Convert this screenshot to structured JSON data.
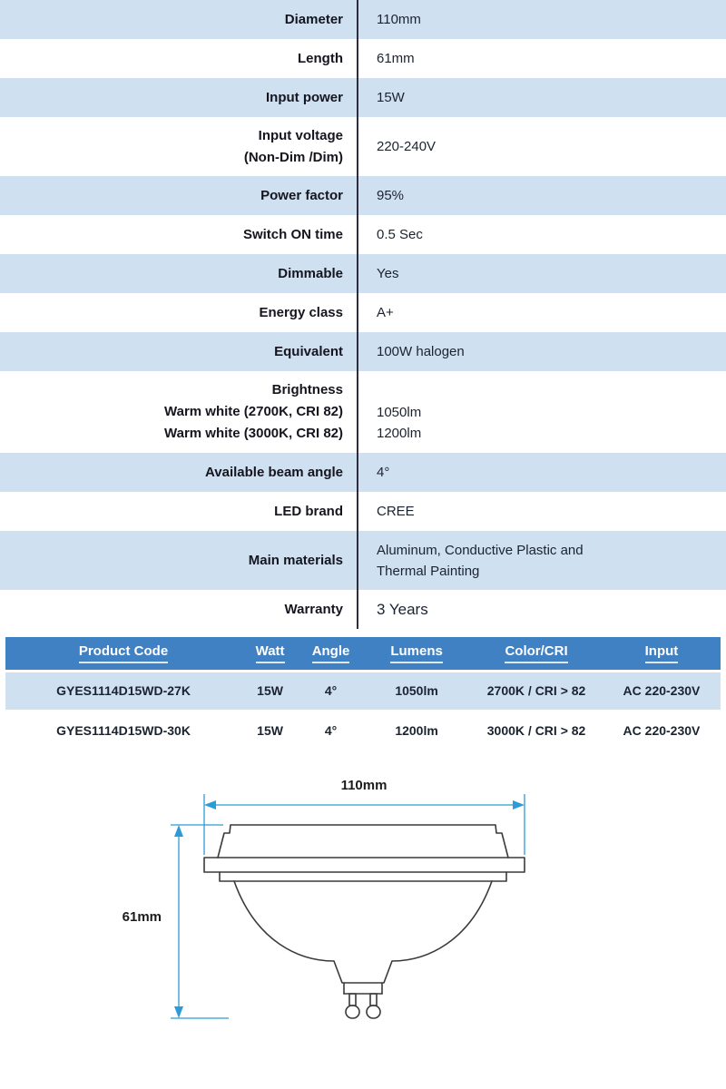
{
  "spec_table": {
    "rows": [
      {
        "label": "Diameter",
        "value": "110mm"
      },
      {
        "label": "Length",
        "value": "61mm"
      },
      {
        "label": "Input power",
        "value": "15W"
      },
      {
        "label": "Input voltage\n(Non-Dim /Dim)",
        "value": "220-240V"
      },
      {
        "label": "Power factor",
        "value": "95%"
      },
      {
        "label": "Switch ON time",
        "value": "0.5 Sec"
      },
      {
        "label": "Dimmable",
        "value": "Yes"
      },
      {
        "label": "Energy class",
        "value": "A+"
      },
      {
        "label": "Equivalent",
        "value": "100W halogen"
      },
      {
        "label": "Brightness\nWarm white (2700K, CRI 82)\nWarm white (3000K, CRI 82)",
        "value": "1050lm\n1200lm"
      },
      {
        "label": "Available beam angle",
        "value": "4°"
      },
      {
        "label": "LED brand",
        "value": "CREE"
      },
      {
        "label": "Main materials",
        "value": "Aluminum, Conductive Plastic and\nThermal Painting"
      },
      {
        "label": "Warranty",
        "value": "3 Years"
      }
    ]
  },
  "product_table": {
    "headers": [
      "Product Code",
      "Watt",
      "Angle",
      "Lumens",
      "Color/CRI",
      "Input"
    ],
    "rows": [
      [
        "GYES1114D15WD-27K",
        "15W",
        "4°",
        "1050lm",
        "2700K / CRI > 82",
        "AC 220-230V"
      ],
      [
        "GYES1114D15WD-30K",
        "15W",
        "4°",
        "1200lm",
        "3000K / CRI > 82",
        "AC 220-230V"
      ]
    ]
  },
  "diagram": {
    "width_label": "110mm",
    "height_label": "61mm"
  },
  "colors": {
    "row_shade": "#cfe0f1",
    "table_header": "#3f81c3",
    "divider": "#2d2d3d",
    "dimension_line": "#2b9cd8",
    "text": "#1c2330"
  }
}
